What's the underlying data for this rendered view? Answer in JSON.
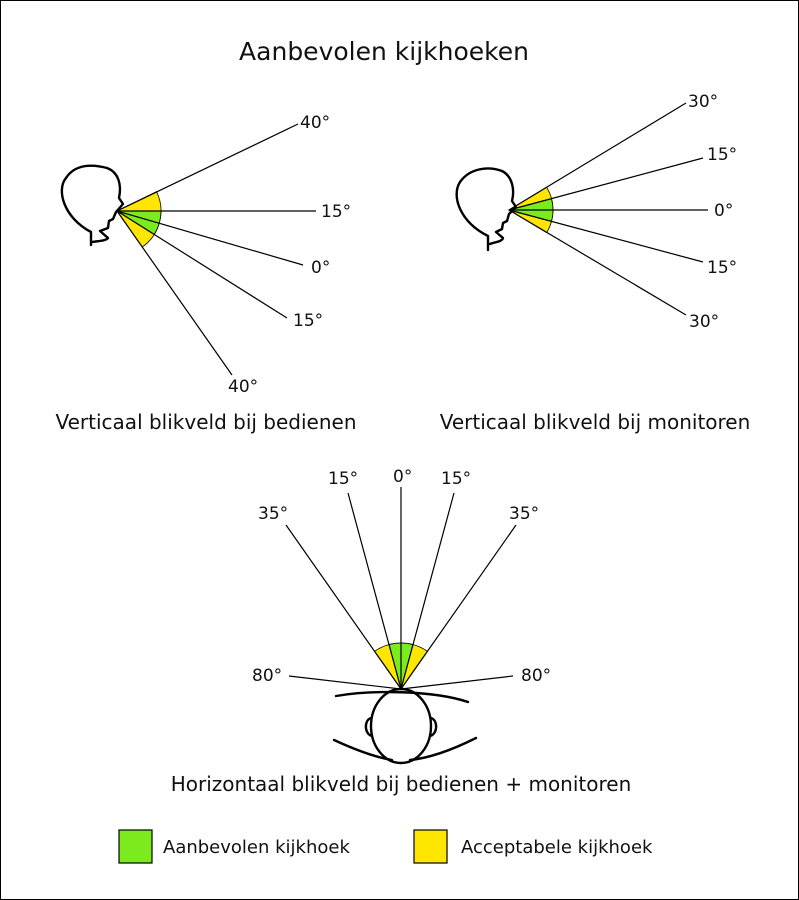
{
  "title": "Aanbevolen kijkhoeken",
  "colors": {
    "recommended": "#7CEB1E",
    "acceptable": "#FFE600"
  },
  "operating": {
    "caption": "Verticaal blikveld bij bedienen",
    "labels": [
      "40°",
      "15°",
      "0°",
      "15°",
      "40°"
    ]
  },
  "monitoring": {
    "caption": "Verticaal blikveld bij monitoren",
    "labels": [
      "30°",
      "15°",
      "0°",
      "15°",
      "30°"
    ]
  },
  "horizontal": {
    "caption": "Horizontaal blikveld bij bedienen + monitoren",
    "labels": [
      "80°",
      "35°",
      "15°",
      "0°",
      "15°",
      "35°",
      "80°"
    ]
  },
  "legend": {
    "recommended": "Aanbevolen kijkhoek",
    "acceptable": "Acceptabele kijkhoek"
  }
}
